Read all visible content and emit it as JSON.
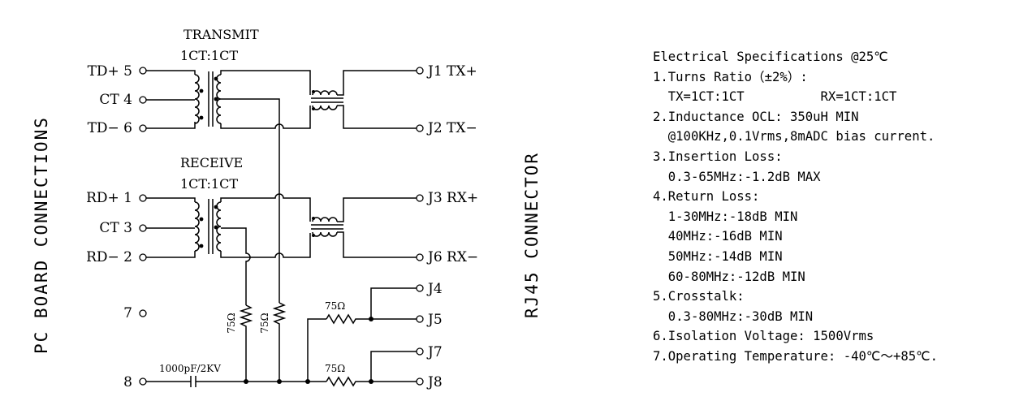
{
  "diagram": {
    "side_left": "PC BOARD CONNECTIONS",
    "side_right": "RJ45 CONNECTOR",
    "transmit": {
      "title": "TRANSMIT",
      "ratio": "1CT:1CT"
    },
    "receive": {
      "title": "RECEIVE",
      "ratio": "1CT:1CT"
    },
    "pc_pins": {
      "td_plus": "TD+ 5",
      "ct4": "CT 4",
      "td_minus": "TD− 6",
      "rd_plus": "RD+ 1",
      "ct3": "CT 3",
      "rd_minus": "RD− 2",
      "p7": "7",
      "p8": "8"
    },
    "rj_pins": {
      "j1": "J1 TX+",
      "j2": "J2 TX−",
      "j3": "J3 RX+",
      "j6": "J6 RX−",
      "j4": "J4",
      "j5": "J5",
      "j7": "J7",
      "j8": "J8"
    },
    "components": {
      "r75": "75Ω",
      "cap": "1000pF/2KV"
    }
  },
  "specs": {
    "lines": [
      "Electrical Specifications @25℃",
      "1.Turns Ratio（±2%）:",
      "  TX=1CT:1CT          RX=1CT:1CT",
      "2.Inductance OCL: 350uH MIN",
      "  @100KHz,0.1Vrms,8mADC bias current.",
      "3.Insertion Loss:",
      "  0.3-65MHz:-1.2dB MAX",
      "4.Return Loss:",
      "  1-30MHz:-18dB MIN",
      "  40MHz:-16dB MIN",
      "  50MHz:-14dB MIN",
      "  60-80MHz:-12dB MIN",
      "5.Crosstalk:",
      "  0.3-80MHz:-30dB MIN",
      "6.Isolation Voltage: 1500Vrms",
      "7.Operating Temperature: -40℃～+85℃."
    ]
  }
}
